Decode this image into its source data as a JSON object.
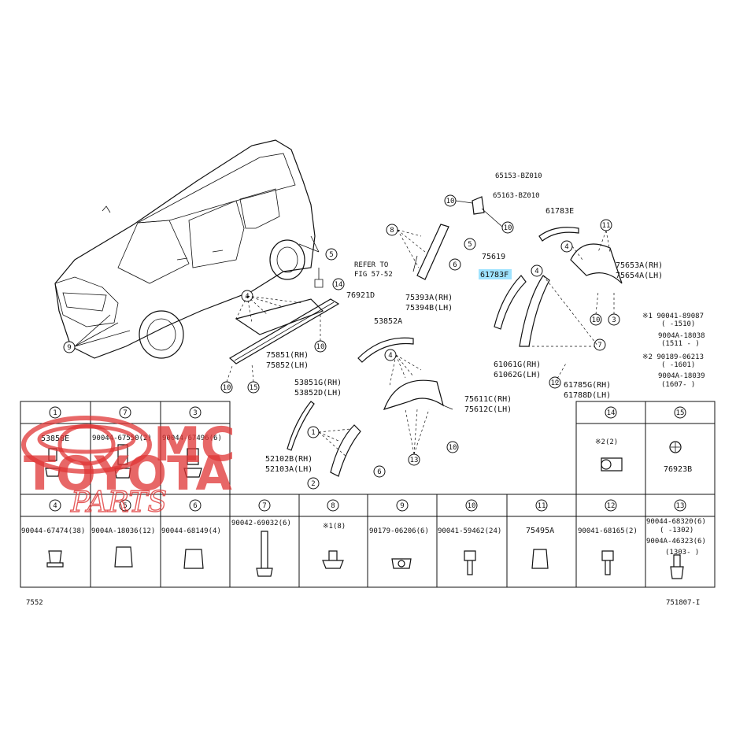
{
  "watermark": {
    "line1": "MC",
    "line2": "TOYOTA",
    "line3": "PARTS",
    "color": "#e03535"
  },
  "highlight_color": "#9fe3ff",
  "callouts": {
    "p61783F": "61783F",
    "p61783E": "61783E",
    "p65153": "65153-BZ010",
    "p65163": "65163-BZ010",
    "p75619": "75619",
    "refer1": "REFER TO",
    "refer2": "FIG 57-52",
    "p76921D": "76921D",
    "p75393A": "75393A(RH)",
    "p75394B": "75394B(LH)",
    "p53852A": "53852A",
    "p75851": "75851(RH)",
    "p75852": "75852(LH)",
    "p53851G": "53851G(RH)",
    "p53852D": "53852D(LH)",
    "p75653A": "75653A(RH)",
    "p75654A": "75654A(LH)",
    "p61061G": "61061G(RH)",
    "p61062G": "61062G(LH)",
    "p61785G": "61785G(RH)",
    "p61788D": "61788D(LH)",
    "p75611C": "75611C(RH)",
    "p75612C": "75612C(LH)",
    "p52102B": "52102B(RH)",
    "p52103A": "52103A(LH)",
    "n1a": "※1 90041-89087",
    "n1b": "( -1510)",
    "n1c": "9004A-18038",
    "n1d": "(1511 - )",
    "n2a": "※2 90189-06213",
    "n2b": "( -1601)",
    "n2c": "9004A-18039",
    "n2d": "(1607- )"
  },
  "table": {
    "row1": [
      {
        "num": "1",
        "part": "53858E"
      },
      {
        "num": "7",
        "part": "90044-67550(2)"
      },
      {
        "num": "3",
        "part": "90044-67496(6)"
      },
      {
        "num": "14",
        "part": "※2(2)"
      },
      {
        "num": "15",
        "part": "76923B"
      }
    ],
    "row2": [
      {
        "num": "4",
        "part": "90044-67474(38)"
      },
      {
        "num": "5",
        "part": "9004A-18036(12)"
      },
      {
        "num": "6",
        "part": "90044-68149(4)"
      },
      {
        "num": "7",
        "part": "90042-69032(6)"
      },
      {
        "num": "8",
        "part": "※1(8)"
      },
      {
        "num": "9",
        "part": "90179-06206(6)"
      },
      {
        "num": "10",
        "part": "90041-59462(24)"
      },
      {
        "num": "11",
        "part": "75495A"
      },
      {
        "num": "12",
        "part": "90041-68165(2)"
      },
      {
        "num": "13",
        "part": "90044-68320(6)"
      }
    ],
    "row2_extra": {
      "a": "( -1302)",
      "b": "9004A-46323(6)",
      "c": "(1303- )"
    }
  },
  "footer": {
    "left": "7552",
    "right": "751807-I"
  }
}
